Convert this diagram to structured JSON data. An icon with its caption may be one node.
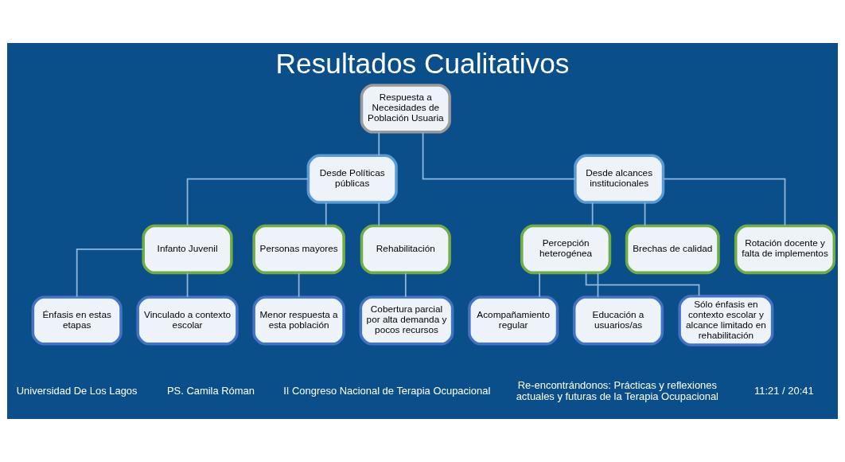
{
  "diagram": {
    "title": "Resultados Cualitativos",
    "nodes": [
      {
        "text": [
          "Respuesta a Necesidades de Población Usuaria"
        ]
      },
      {
        "text": [
          "Desde Políticas públicas"
        ]
      },
      {
        "text": [
          "Desde alcances institucionales"
        ]
      },
      {
        "text": [
          "Infanto Juvenil"
        ]
      },
      {
        "text": [
          "Personas mayores"
        ]
      },
      {
        "text": [
          "Rehabilitación"
        ]
      },
      {
        "text": [
          "Percepción heterogénea"
        ]
      },
      {
        "text": [
          "Brechas de calidad"
        ]
      },
      {
        "text": [
          "Rotación docente y falta de implementos"
        ]
      },
      {
        "text": [
          "Énfasis en estas etapas"
        ]
      },
      {
        "text": [
          "Vinculado a contexto escolar"
        ]
      },
      {
        "text": [
          "Menor respuesta a esta población"
        ]
      },
      {
        "text": [
          "Cobertura parcial por alta demanda y pocos recursos"
        ]
      },
      {
        "text": [
          "Acompañamiento regular"
        ]
      },
      {
        "text": [
          "Educación a usuarios/as"
        ]
      },
      {
        "text": [
          "Sólo énfasis en contexto escolar y alcance limitado en rehabilitación"
        ]
      }
    ],
    "edges": [
      {
        "from": 0,
        "to": 1,
        "arrow": "none"
      },
      {
        "from": 0,
        "to": 2,
        "arrow": "none"
      },
      {
        "from": 1,
        "to": 3,
        "arrow": "none"
      },
      {
        "from": 1,
        "to": 4,
        "arrow": "none"
      },
      {
        "from": 1,
        "to": 5,
        "arrow": "none"
      },
      {
        "from": 2,
        "to": 6,
        "arrow": "none"
      },
      {
        "from": 2,
        "to": 7,
        "arrow": "none"
      },
      {
        "from": 2,
        "to": 8,
        "arrow": "none"
      },
      {
        "from": 3,
        "to": 9,
        "arrow": "none"
      },
      {
        "from": 3,
        "to": 10,
        "arrow": "none"
      },
      {
        "from": 4,
        "to": 11,
        "arrow": "none"
      },
      {
        "from": 5,
        "to": 12,
        "arrow": "none"
      },
      {
        "from": 6,
        "to": 13,
        "arrow": "none"
      },
      {
        "from": 6,
        "to": 14,
        "arrow": "none"
      },
      {
        "from": 6,
        "to": 15,
        "arrow": "none"
      }
    ],
    "labels": [
      "Universidad De Los Lagos",
      "PS. Camila Róman",
      "II Congreso Nacional de Terapia Ocupacional",
      "Re-encontrándonos: Prácticas y reflexiones actuales y futuras de la Terapia Ocupacional",
      "11:21 / 20:41"
    ]
  }
}
